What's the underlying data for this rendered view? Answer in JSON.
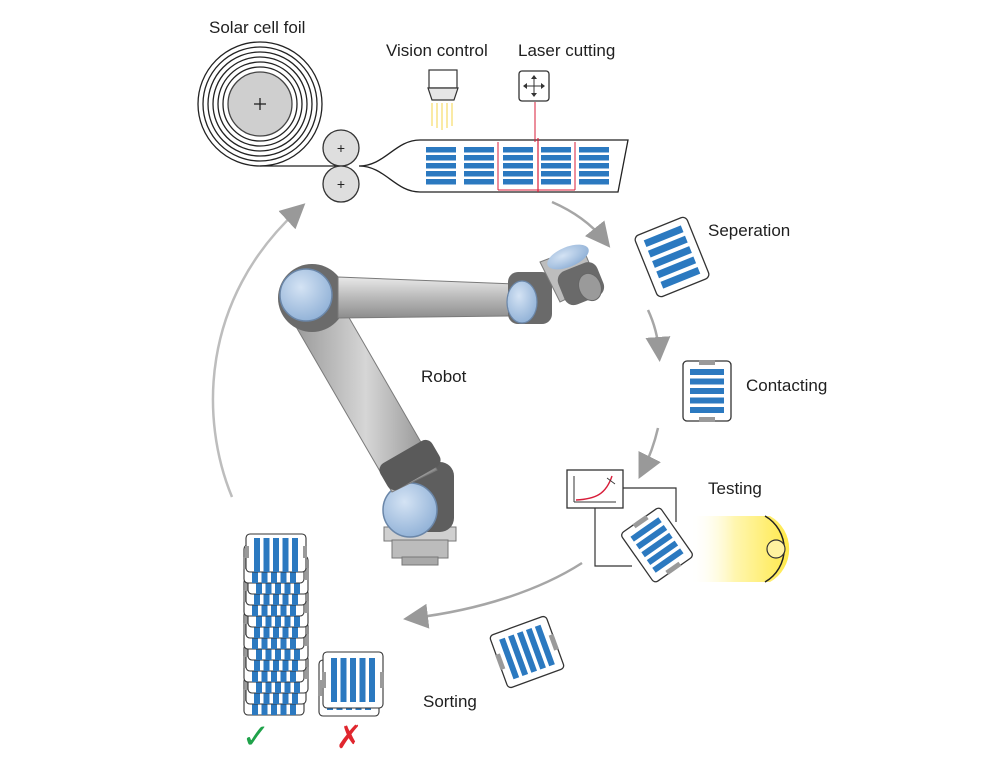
{
  "labels": {
    "solar_cell_foil": "Solar cell foil",
    "vision_control": "Vision control",
    "laser_cutting": "Laser cutting",
    "separation": "Seperation",
    "contacting": "Contacting",
    "robot": "Robot",
    "testing": "Testing",
    "sorting": "Sorting"
  },
  "colors": {
    "cell_blue": "#2b79c0",
    "arrow_grey": "#999999",
    "laser_red": "#d81e3a",
    "check_green": "#1fa24a",
    "cross_red": "#e0262e",
    "light_yellow": "#fff18a",
    "robot_joint_blue": "#a9c4e4"
  },
  "icons": {
    "ok_mark": "✓",
    "reject_mark": "✗"
  }
}
